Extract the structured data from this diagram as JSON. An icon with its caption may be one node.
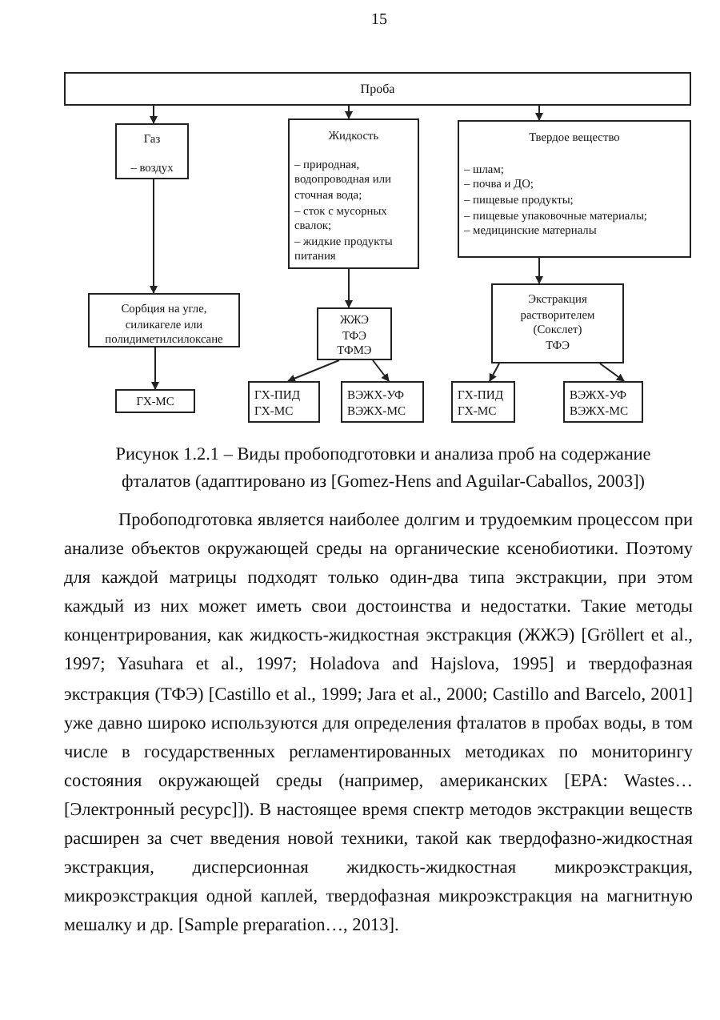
{
  "diagram": {
    "caption": "Рисунок 1.2.1 – Виды пробоподготовки и анализа проб на содержание фталатов (адаптировано из [Gomez-Hens and Aguilar-Caballos, 2003])",
    "nodes": [
      {
        "text": [
          "Проба"
        ]
      },
      {
        "text": [
          "Газ",
          "– воздух"
        ]
      },
      {
        "text": [
          "Жидкость",
          "– природная, водопроводная или сточная вода;",
          "– сток с мусорных свалок;",
          "– жидкие продукты питания"
        ]
      },
      {
        "text": [
          "Твердое вещество",
          "– шлам;",
          "– почва и ДО;",
          "– пищевые продукты;",
          "– пищевые упаковочные материалы;",
          "– медицинские материалы"
        ]
      },
      {
        "text": [
          "Сорбция на угле, силикагеле или полидиметилсилоксане"
        ]
      },
      {
        "text": [
          "ГХ-МС"
        ]
      },
      {
        "text": [
          "ЖЖЭ",
          "ТФЭ",
          "ТФМЭ"
        ]
      },
      {
        "text": [
          "ГХ-ПИД",
          "ГХ-МС"
        ]
      },
      {
        "text": [
          "ВЭЖХ-УФ",
          "ВЭЖХ-МС"
        ]
      },
      {
        "text": [
          "Экстракция растворителем (Сокслет)",
          "ТФЭ"
        ]
      },
      {
        "text": [
          "ГХ-ПИД",
          "ГХ-МС"
        ]
      },
      {
        "text": [
          "ВЭЖХ-УФ",
          "ВЭЖХ-МС"
        ]
      }
    ],
    "edges": [
      {
        "from": 0,
        "to": 1,
        "arrow": "to"
      },
      {
        "from": 0,
        "to": 2,
        "arrow": "to"
      },
      {
        "from": 0,
        "to": 3,
        "arrow": "to"
      },
      {
        "from": 1,
        "to": 4,
        "arrow": "to"
      },
      {
        "from": 4,
        "to": 5,
        "arrow": "to"
      },
      {
        "from": 2,
        "to": 6,
        "arrow": "to"
      },
      {
        "from": 6,
        "to": 7,
        "arrow": "to"
      },
      {
        "from": 6,
        "to": 8,
        "arrow": "to"
      },
      {
        "from": 3,
        "to": 9,
        "arrow": "to"
      },
      {
        "from": 9,
        "to": 10,
        "arrow": "to"
      },
      {
        "from": 9,
        "to": 11,
        "arrow": "to"
      }
    ],
    "labels": [
      "15",
      "Пробоподготовка является наиболее долгим и трудоемким процессом при анализе объектов окружающей среды на органические ксенобиотики. Поэтому для каждой матрицы подходят только один-два типа экстракции, при этом каждый из них может иметь свои достоинства и недостатки. Такие методы концентрирования, как жидкость-жидкостная экстракция (ЖЖЭ) [Gröllert et al., 1997; Yasuhara et al., 1997; Holadova and Hajslova, 1995] и твердофазная экстракция (ТФЭ) [Castillo et al., 1999; Jara et al., 2000; Castillo and Barcelo, 2001] уже давно широко используются для определения фталатов в пробах воды, в том числе в государственных регламентированных методиках по мониторингу состояния окружающей среды (например, американских [EPA: Wastes…[Электронный ресурс]]). В настоящее время спектр методов экстракции веществ расширен за счет введения новой техники, такой как твердофазно-жидкостная экстракция, дисперсионная жидкость-жидкостная микроэкстракция, микроэкстракция одной каплей, твердофазная микроэкстракция на магнитную мешалку и др. [Sample preparation…, 2013]."
    ]
  }
}
